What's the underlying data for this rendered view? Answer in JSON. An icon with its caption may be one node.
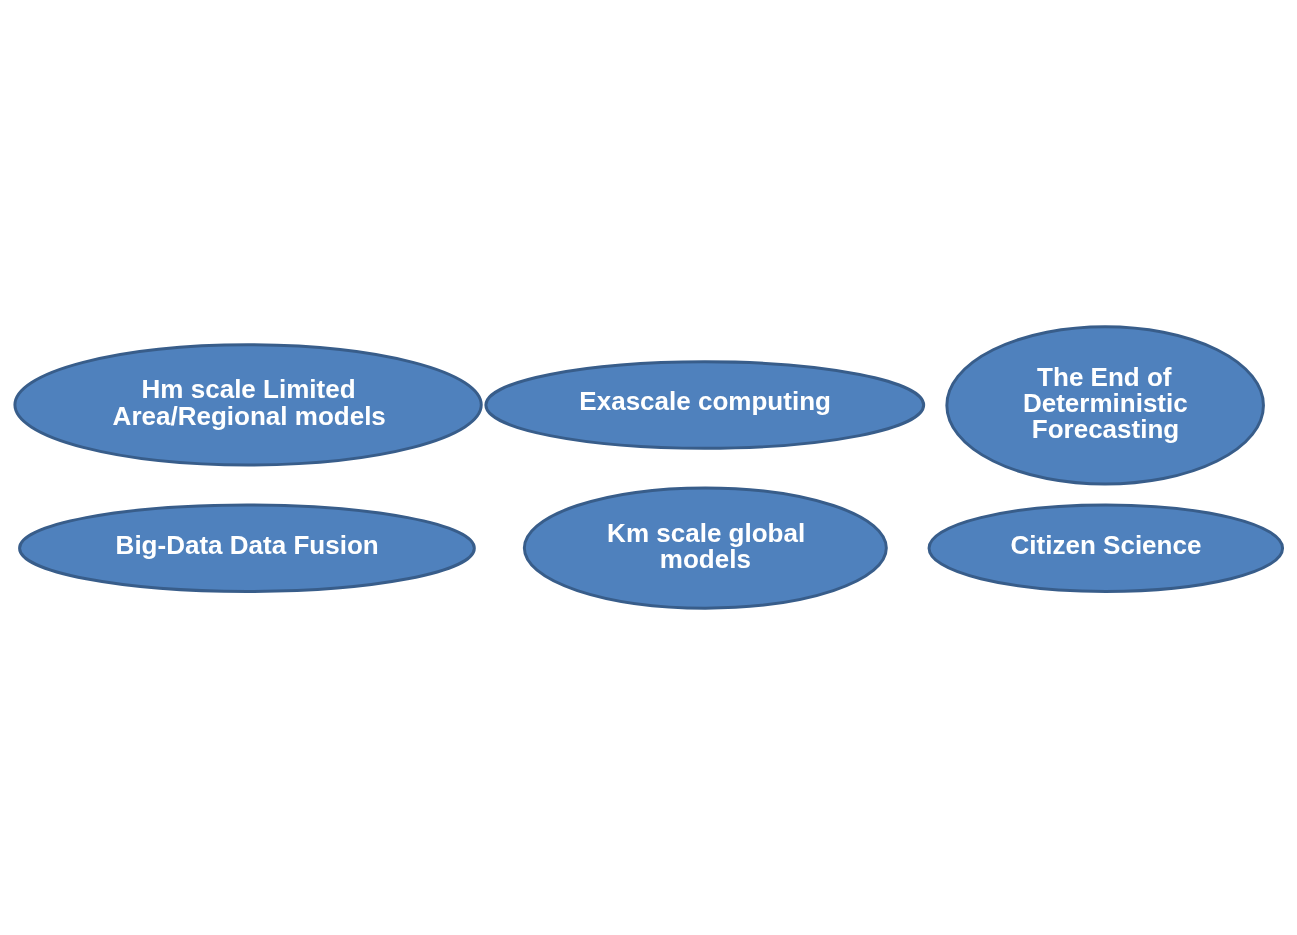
{
  "diagram": {
    "nodes": [
      {
        "text": [
          "Big-Data Data Fusion"
        ]
      },
      {
        "text": [
          "Exascale computing"
        ]
      },
      {
        "text": [
          "Km scale global models"
        ]
      },
      {
        "text": [
          "Hm scale Limited Area/Regional models"
        ]
      },
      {
        "text": [
          "Citizen Science"
        ]
      },
      {
        "text": [
          "The End of Deterministic Forecasting"
        ]
      }
    ]
  }
}
